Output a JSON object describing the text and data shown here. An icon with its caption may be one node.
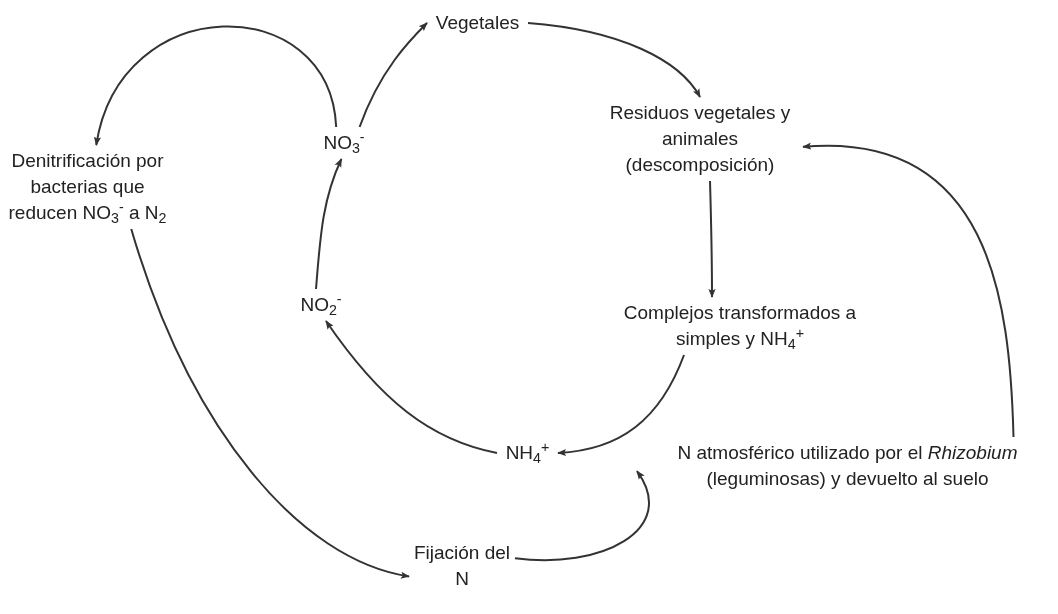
{
  "diagram": {
    "nodes": [
      {
        "text": [
          "Vegetales"
        ]
      },
      {
        "text": [
          "Residuos vegetales y animales (descomposición)"
        ]
      },
      {
        "text": [
          "Complejos transformados a simples y NH$_{4}$$^{+}$"
        ]
      },
      {
        "text": [
          "NH$_{4}$$^{+}$"
        ]
      },
      {
        "text": [
          "NO$_{2}$$^{-}$"
        ]
      },
      {
        "text": [
          "NO$_{3}$$^{-}$"
        ]
      },
      {
        "text": [
          "Denitrificación por bacterias que reducen NO$_{3}$$^{-}$ a N$_{2}$"
        ]
      },
      {
        "text": [
          "Fijación del N"
        ]
      },
      {
        "text": [
          "N atmosférico utilizado por el *Rhizobium* (leguminosas) y devuelto al suelo"
        ]
      }
    ],
    "edges": [
      {
        "from": 5,
        "to": 0,
        "arrow": "to"
      },
      {
        "from": 0,
        "to": 1,
        "arrow": "to"
      },
      {
        "from": 1,
        "to": 2,
        "arrow": "to"
      },
      {
        "from": 2,
        "to": 3,
        "arrow": "to"
      },
      {
        "from": 3,
        "to": 4,
        "arrow": "to"
      },
      {
        "from": 4,
        "to": 5,
        "arrow": "to"
      },
      {
        "from": 5,
        "to": 6,
        "arrow": "to"
      },
      {
        "from": 6,
        "to": 7,
        "arrow": "to"
      },
      {
        "from": 7,
        "to": 8,
        "arrow": "to"
      },
      {
        "from": 8,
        "to": 1,
        "arrow": "to"
      }
    ]
  }
}
